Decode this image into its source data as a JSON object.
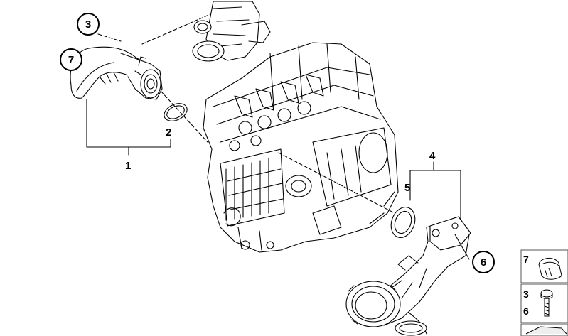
{
  "callouts": {
    "item1": "1",
    "item2": "2",
    "item3": "3",
    "item4": "4",
    "item5": "5",
    "item6": "6",
    "item7": "7"
  },
  "legend": {
    "row1_num": "7",
    "row2_num_a": "3",
    "row2_num_b": "6"
  }
}
